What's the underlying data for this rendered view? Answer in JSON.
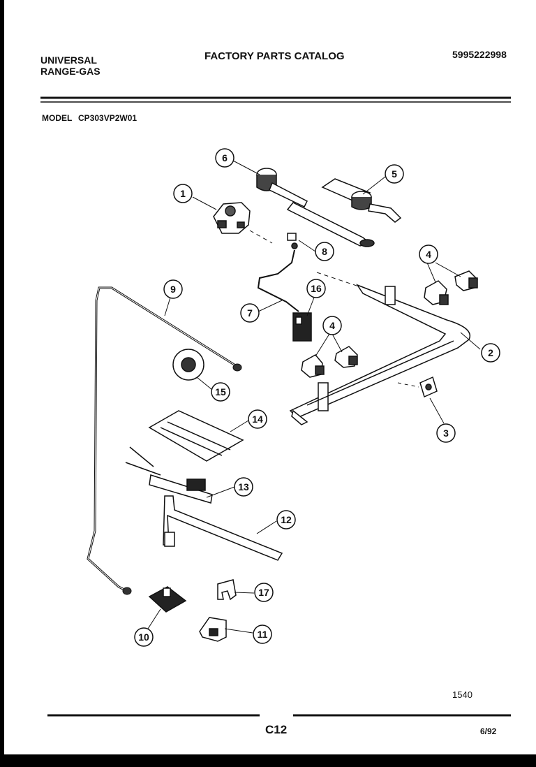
{
  "header": {
    "brand_line1": "UNIVERSAL",
    "brand_line2": "RANGE-GAS",
    "title": "FACTORY PARTS CATALOG",
    "catalog_number": "5995222998",
    "model_label": "MODEL",
    "model_number": "CP303VP2W01"
  },
  "callouts": [
    "1",
    "2",
    "3",
    "4",
    "4",
    "5",
    "6",
    "7",
    "8",
    "9",
    "10",
    "11",
    "12",
    "13",
    "14",
    "15",
    "16",
    "17"
  ],
  "footer": {
    "figure_number": "1540",
    "page_code": "C12",
    "date": "6/92"
  }
}
